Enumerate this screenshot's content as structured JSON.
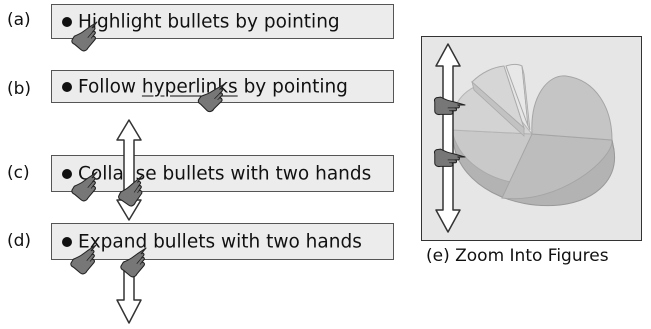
{
  "panels": [
    {
      "label": "(a)",
      "text": "Highlight bullets by pointing"
    },
    {
      "label": "(b)",
      "text_before": "Follow ",
      "link": "hyperlinks",
      "text_after": " by pointing"
    },
    {
      "label": "(c)",
      "text": "Collapse bullets with two hands"
    },
    {
      "label": "(d)",
      "text": "Expand bullets with two hands"
    }
  ],
  "figure": {
    "caption": "(e)  Zoom Into Figures"
  },
  "colors": {
    "box_fill": "#ececec",
    "hand_fill": "#777777",
    "pie_fill": "#c6c6c6",
    "figure_bg": "#e6e6e6"
  },
  "icons": [
    "pointing-hand-icon",
    "double-arrow-icon",
    "pie-chart-icon"
  ]
}
